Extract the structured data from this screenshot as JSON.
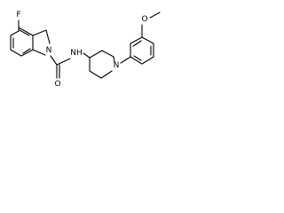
{
  "structure": {
    "atom_labels": {
      "fluorine": "F",
      "indoline_nitrogen": "N",
      "carbonyl_oxygen": "O",
      "amide_nh": "NH",
      "piperidine_nitrogen": "N",
      "methoxy_oxygen": "O"
    }
  },
  "colors": {
    "bond": "#000000",
    "background": "#ffffff"
  }
}
